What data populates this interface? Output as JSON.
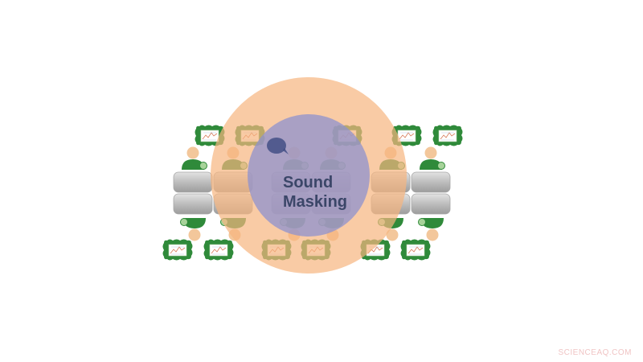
{
  "diagram": {
    "label_line1": "Sound",
    "label_line2": "Masking",
    "watermark": "SCIENCEAQ.COM",
    "colors": {
      "outer_zone": "#f7b57f",
      "inner_zone": "#8e92cf",
      "person_body": "#2f8a3a",
      "person_head": "#f3c79b",
      "speech_bubble": "#2f8a3a",
      "desk": "#bdbdbd",
      "inner_bubble": "#3c4a82",
      "label": "#3b4668"
    },
    "icons": [
      "person-icon",
      "speech-bubble-icon",
      "desk-icon"
    ]
  }
}
